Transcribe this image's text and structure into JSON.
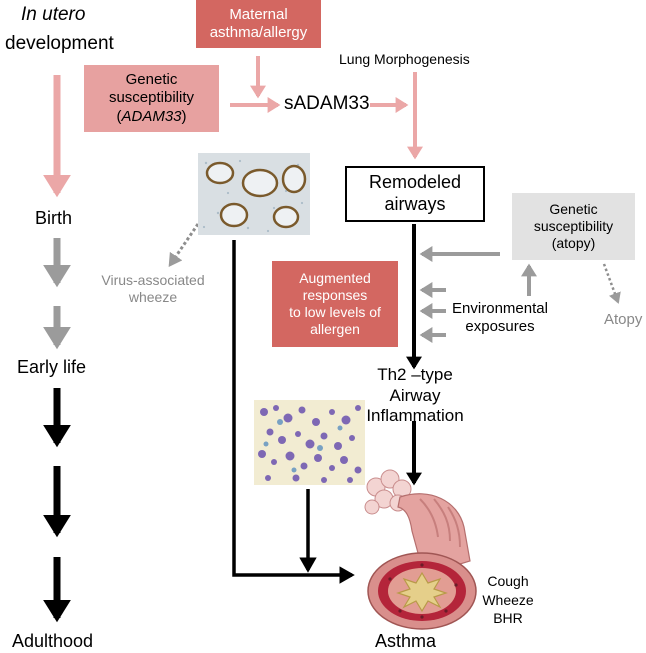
{
  "timeline": {
    "in_utero": "In utero",
    "development": "development",
    "birth": "Birth",
    "early_life": "Early life",
    "adulthood": "Adulthood"
  },
  "maternal": {
    "line1": "Maternal",
    "line2": "asthma/allergy"
  },
  "genetic_adam33": {
    "line1": "Genetic",
    "line2": "susceptibility",
    "line3_italic": "ADAM33",
    "open_paren": "(",
    "close_paren": ")"
  },
  "sadam33": "sADAM33",
  "lung_morphogenesis": "Lung Morphogenesis",
  "remodeled": {
    "line1": "Remodeled",
    "line2": "airways"
  },
  "genetic_atopy": {
    "line1": "Genetic",
    "line2": "susceptibility",
    "line3": "(atopy)"
  },
  "virus": {
    "line1": "Virus-associated",
    "line2": "wheeze"
  },
  "augmented": {
    "line1": "Augmented",
    "line2": "responses",
    "line3": "to low levels of",
    "line4": "allergen"
  },
  "environmental": {
    "line1": "Environmental",
    "line2": "exposures"
  },
  "atopy": "Atopy",
  "th2": {
    "line1": "Th2 –type Airway",
    "line2": "Inflammation"
  },
  "symptoms": {
    "line1": "Cough",
    "line2": "Wheeze",
    "line3": "BHR"
  },
  "asthma": "Asthma",
  "colors": {
    "pink_arrow": "#eba7a7",
    "grey_arrow": "#9b9b9b",
    "black_arrow": "#000000",
    "pink_box": "#e7a1a0",
    "red_box": "#d36761",
    "grey_box": "#e2e2e2"
  }
}
